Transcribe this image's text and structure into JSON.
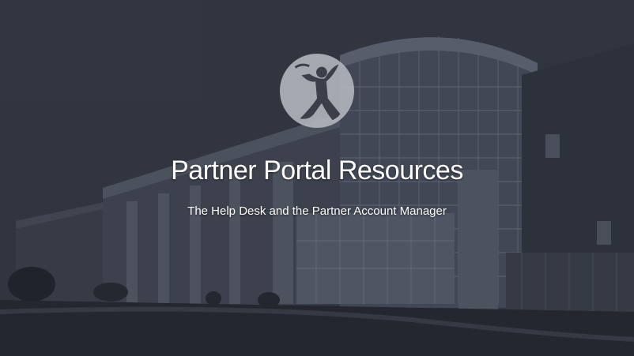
{
  "slide": {
    "title": "Partner Portal Resources",
    "subtitle": "The Help Desk and the Partner Account Manager"
  },
  "logo": {
    "icon": "person-arms-raised-logo"
  },
  "colors": {
    "background": "#2f333d",
    "text": "#ffffff",
    "logo_fill": "#b8bcc4"
  }
}
